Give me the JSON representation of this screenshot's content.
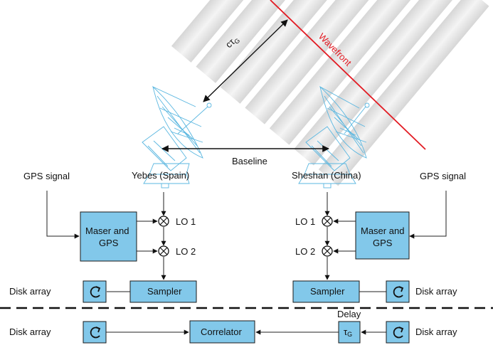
{
  "wave": {
    "label": "Wavefront",
    "path_label": "cτG",
    "path_label_main": "cτ",
    "path_label_sub": "G"
  },
  "baseline": {
    "label": "Baseline"
  },
  "stations": {
    "left": {
      "name": "Yebes (Spain)",
      "gps": "GPS signal",
      "maser_line1": "Maser and",
      "maser_line2": "GPS",
      "lo1": "LO 1",
      "lo2": "LO 2",
      "sampler": "Sampler",
      "disk": "Disk array"
    },
    "right": {
      "name": "Sheshan (China)",
      "gps": "GPS signal",
      "maser_line1": "Maser and",
      "maser_line2": "GPS",
      "lo1": "LO 1",
      "lo2": "LO 2",
      "sampler": "Sampler",
      "disk": "Disk array"
    }
  },
  "correlation": {
    "left_disk": "Disk array",
    "right_disk": "Disk array",
    "correlator": "Correlator",
    "delay": "Delay",
    "delay_symbol_main": "τ",
    "delay_symbol_sub": "G"
  },
  "colors": {
    "box_fill": "#82c8ea",
    "dish": "#5bb7e0",
    "wavefront": "#e21b23",
    "wave_band": "#e4e4e4"
  }
}
